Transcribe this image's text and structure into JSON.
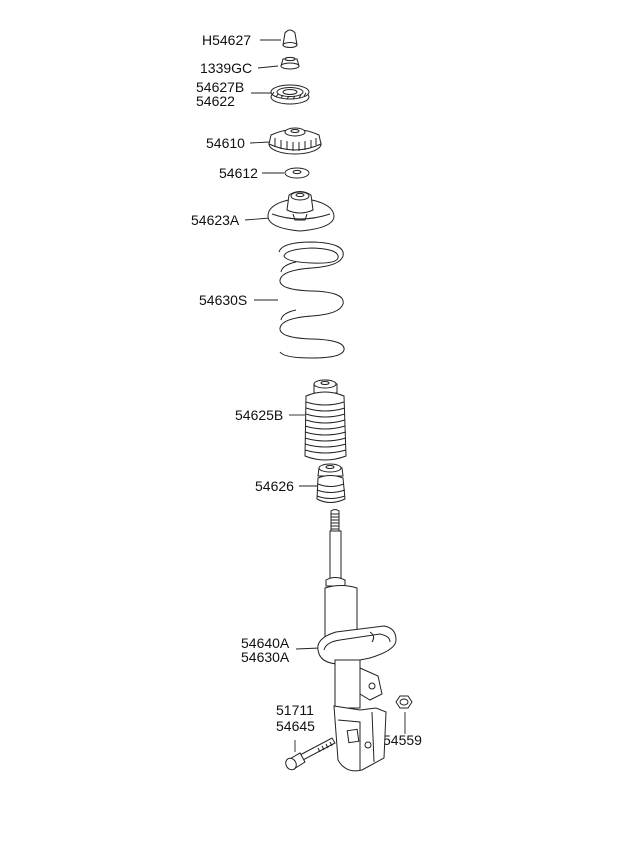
{
  "diagram": {
    "labels": [
      {
        "id": "h54627",
        "text": "H54627"
      },
      {
        "id": "p1339gc",
        "text": "1339GC"
      },
      {
        "id": "p54627b",
        "text": "54627B"
      },
      {
        "id": "p54622",
        "text": "54622"
      },
      {
        "id": "p54610",
        "text": "54610"
      },
      {
        "id": "p54612",
        "text": "54612"
      },
      {
        "id": "p54623a",
        "text": "54623A"
      },
      {
        "id": "p54630s",
        "text": "54630S"
      },
      {
        "id": "p54625b",
        "text": "54625B"
      },
      {
        "id": "p54626",
        "text": "54626"
      },
      {
        "id": "p54640a",
        "text": "54640A"
      },
      {
        "id": "p54630a",
        "text": "54630A"
      },
      {
        "id": "p51711",
        "text": "51711"
      },
      {
        "id": "p54645",
        "text": "54645"
      },
      {
        "id": "p54559",
        "text": "54559"
      }
    ]
  }
}
